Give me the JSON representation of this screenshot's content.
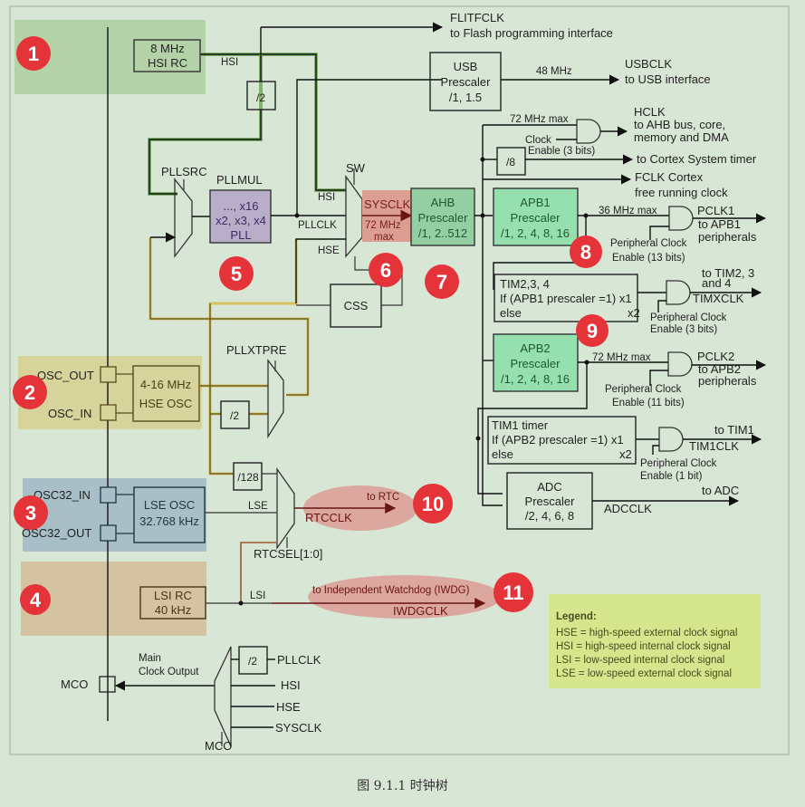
{
  "figure": {
    "caption": "图 9.1.1 时钟树",
    "colors": {
      "background": "#d8e6d5",
      "hsi_zone": "#b4d2a8",
      "hse_zone": "#d6d49a",
      "lse_zone": "#a8bfc8",
      "lsi_zone": "#d4c3a0",
      "pll_box": "#b8aec8",
      "sysclk_box": "#dc9e90",
      "ahb_box": "#94cfa4",
      "apb_box": "#96dfae",
      "legend_bg": "#d6e68c",
      "badge": "#e5333a",
      "rtc_ellipse": "#dca098"
    }
  },
  "badges": [
    "1",
    "2",
    "3",
    "4",
    "5",
    "6",
    "7",
    "8",
    "9",
    "10",
    "11"
  ],
  "sources": {
    "hsi": {
      "line1": "8 MHz",
      "line2": "HSI RC",
      "wire": "HSI"
    },
    "hse": {
      "pin_out": "OSC_OUT",
      "pin_in": "OSC_IN",
      "line1": "4-16 MHz",
      "line2": "HSE OSC"
    },
    "lse": {
      "pin_in": "OSC32_IN",
      "pin_out": "OSC32_OUT",
      "line1": "LSE OSC",
      "line2": "32.768 kHz",
      "wire": "LSE"
    },
    "lsi": {
      "line1": "LSI RC",
      "line2": "40 kHz",
      "wire": "LSI"
    }
  },
  "blocks": {
    "div2_hsi": "/2",
    "pllsrc": "PLLSRC",
    "pllmul": {
      "label": "PLLMUL",
      "line1": "..., x16",
      "line2": "x2, x3, x4",
      "line3": "PLL"
    },
    "pllclk": "PLLCLK",
    "sw": {
      "label": "SW",
      "in_hsi": "HSI",
      "in_hse": "HSE"
    },
    "sysclk": {
      "line1": "SYSCLK",
      "line2": "72 MHz",
      "line3": "max"
    },
    "css": "CSS",
    "pllxtpre": "PLLXTPRE",
    "div2_hse": "/2",
    "div128": "/128",
    "rtcsel": "RTCSEL[1:0]",
    "usb": {
      "line1": "USB",
      "line2": "Prescaler",
      "line3": "/1, 1.5",
      "freq": "48 MHz"
    },
    "ahb": {
      "line1": "AHB",
      "line2": "Prescaler",
      "line3": "/1, 2..512"
    },
    "div8": "/8",
    "apb1": {
      "line1": "APB1",
      "line2": "Prescaler",
      "line3": "/1, 2, 4, 8, 16",
      "freq": "36 MHz max"
    },
    "tim234": {
      "line1": "TIM2,3, 4",
      "line2": "If (APB1 prescaler =1) x1",
      "line3": "else",
      "x2": "x2"
    },
    "apb2": {
      "line1": "APB2",
      "line2": "Prescaler",
      "line3": "/1, 2, 4, 8, 16",
      "freq": "72 MHz max"
    },
    "tim1": {
      "line1": "TIM1 timer",
      "line2": "If (APB2 prescaler =1) x1",
      "line3": "else",
      "x2": "x2"
    },
    "adc": {
      "line1": "ADC",
      "line2": "Prescaler",
      "line3": "/2, 4, 6, 8"
    },
    "mco": {
      "pin": "MCO",
      "label1": "Main",
      "label2": "Clock Output",
      "div2": "/2",
      "inputs": [
        "PLLCLK",
        "HSI",
        "HSE",
        "SYSCLK"
      ],
      "mux": "MCO"
    }
  },
  "outputs": {
    "flitfclk": {
      "line1": "FLITFCLK",
      "line2": "to Flash programming interface"
    },
    "usbclk": {
      "line1": "USBCLK",
      "line2": "to USB interface"
    },
    "hclk": {
      "freq": "72 MHz max",
      "enable1": "Clock",
      "enable2": "Enable (3 bits)",
      "line1": "HCLK",
      "line2": "to AHB bus, core,",
      "line3": "memory and DMA"
    },
    "systimer": "to Cortex System timer",
    "fclk": {
      "line1": "FCLK Cortex",
      "line2": "free running clock"
    },
    "pclk1": {
      "line1": "PCLK1",
      "line2": "to APB1",
      "line3": "peripherals",
      "enable1": "Peripheral Clock",
      "enable2": "Enable (13 bits)"
    },
    "timxclk": {
      "line1": "to TIM2, 3",
      "line2": "and 4",
      "line3": "TIMXCLK",
      "enable1": "Peripheral Clock",
      "enable2": "Enable (3 bits)"
    },
    "pclk2": {
      "line1": "PCLK2",
      "line2": "to APB2",
      "line3": "peripherals",
      "enable1": "Peripheral Clock",
      "enable2": "Enable (11 bits)"
    },
    "tim1clk": {
      "line1": "to TIM1",
      "line2": "TIM1CLK",
      "enable1": "Peripheral Clock",
      "enable2": "Enable (1 bit)"
    },
    "adcclk": {
      "line1": "to ADC",
      "line2": "ADCCLK"
    },
    "rtcclk": {
      "line1": "to RTC",
      "line2": "RTCCLK"
    },
    "iwdgclk": {
      "line1": "to Independent Watchdog (IWDG)",
      "line2": "IWDGCLK"
    }
  },
  "legend": {
    "title": "Legend:",
    "items": [
      "HSE = high-speed external clock signal",
      "HSI = high-speed internal clock signal",
      "LSI = low-speed internal clock signal",
      "LSE = low-speed external clock signal"
    ]
  }
}
